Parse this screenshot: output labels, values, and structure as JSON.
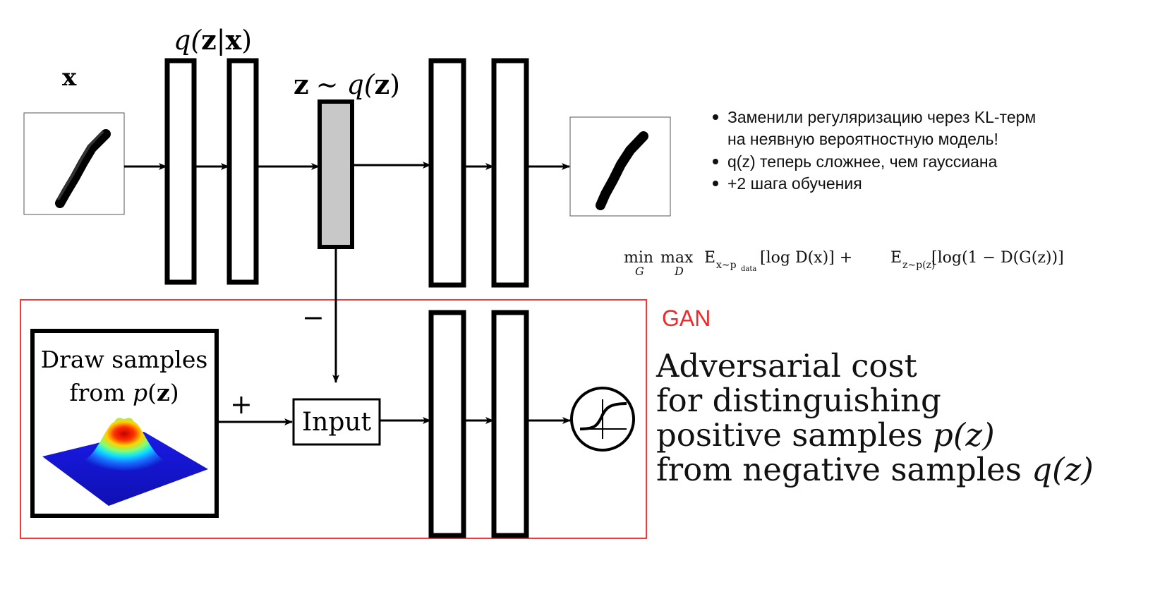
{
  "labels": {
    "x_input": "x",
    "encoder": {
      "q": "q(",
      "z": "z",
      "bar": "|",
      "x": "x",
      "close": ")"
    },
    "latent": {
      "z": "z",
      "tilde": "∼ q(",
      "z2": "z",
      "close": ")"
    },
    "minus": "−",
    "plus": "+",
    "input_box": "Input",
    "draw_line1": "Draw samples",
    "draw_line2_pre": "from ",
    "draw_line2_p": "p",
    "draw_line2_open": "(",
    "draw_line2_z": "z",
    "draw_line2_close": ")",
    "gan": "GAN"
  },
  "bullets": [
    {
      "line1": "Заменили регуляризацию через KL-терм",
      "line2": "на неявную вероятностную модель!"
    },
    {
      "line1": "q(z) теперь сложнее, чем гауссиана"
    },
    {
      "line1": "+2 шага обучения"
    }
  ],
  "formula": {
    "min": "min",
    "min_sub": "G",
    "max": "max",
    "max_sub": "D",
    "E1": "E",
    "E1_sub": "x∼p",
    "E1_subsub": "data",
    "term1": "[log D(x)] + ",
    "E2": "E",
    "E2_sub": "z∼p(z)",
    "term2": "[log(1 − D(G(z))]"
  },
  "adversarial": {
    "line1": "Adversarial cost",
    "line2": "for distinguishing",
    "line3_pre": "positive samples ",
    "line3_math": "p(z)",
    "line4_pre": "from negative samples ",
    "line4_math": "q(z)"
  },
  "colors": {
    "gan_border": "#ef3b3b",
    "gan_text": "#ee2a2a",
    "latent_fill": "#c8c8c8",
    "stroke": "#000000"
  }
}
